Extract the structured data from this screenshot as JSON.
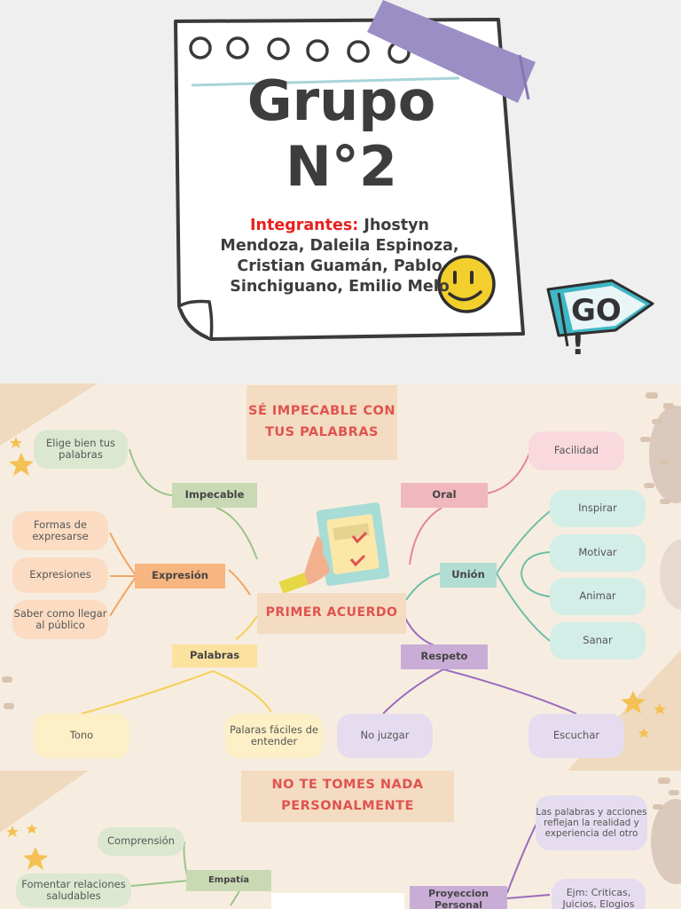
{
  "cover": {
    "title_line1": "Grupo",
    "title_line2": "N°2",
    "integrantes_label": "Integrantes:",
    "integrantes_names": "Jhostyn Mendoza, Daleila Espinoza, Cristian Guamán, Pablo Sinchiguano, Emilio Melo",
    "go_label": "GO",
    "go_exclamation": "!"
  },
  "map1": {
    "banner": "SÉ IMPECABLE CON TUS PALABRAS",
    "center": "PRIMER ACUERDO",
    "nodes": {
      "impecable": "Impecable",
      "expresion": "Expresión",
      "palabras": "Palabras",
      "oral": "Oral",
      "union": "Unión",
      "respeto": "Respeto"
    },
    "leaves": {
      "elige": "Elige bien tus palabras",
      "formas": "Formas de expresarse",
      "expresiones": "Expresiones",
      "saber": "Saber como llegar al público",
      "tono": "Tono",
      "palaras_faciles": "Palaras fáciles de entender",
      "facilidad": "Facilidad",
      "inspirar": "Inspirar",
      "motivar": "Motivar",
      "animar": "Animar",
      "sanar": "Sanar",
      "no_juzgar": "No juzgar",
      "escuchar": "Escuchar"
    }
  },
  "map2": {
    "banner": "NO TE TOMES NADA PERSONALMENTE",
    "nodes": {
      "empatia": "Empatía",
      "proyeccion": "Proyeccion Personal"
    },
    "leaves": {
      "comprension": "Comprensión",
      "fomentar": "Fomentar relaciones saludables",
      "las_palabras": "Las palabras y acciones reflejan la realidad y experiencia del otro",
      "ejm": "Ejm: Criticas, Juicios, Elogios"
    }
  },
  "colors": {
    "green": "#dbe8cf",
    "green_rect": "#c9d9b4",
    "orange": "#fbdcc2",
    "orange_rect": "#f7b57f",
    "yellow": "#fdf0c6",
    "yellow_rect": "#fbe29e",
    "pink": "#f9d9dd",
    "pink_rect": "#f0b7bf",
    "teal": "#d3ede7",
    "teal_rect": "#b2ddd3",
    "lilac": "#e6dcef",
    "lilac_rect": "#c9add6",
    "banner_text": "#e0534f",
    "tape": "#9b8ec4",
    "smiley": "#f3cf2d",
    "go_sign": "#3fb7c5"
  }
}
